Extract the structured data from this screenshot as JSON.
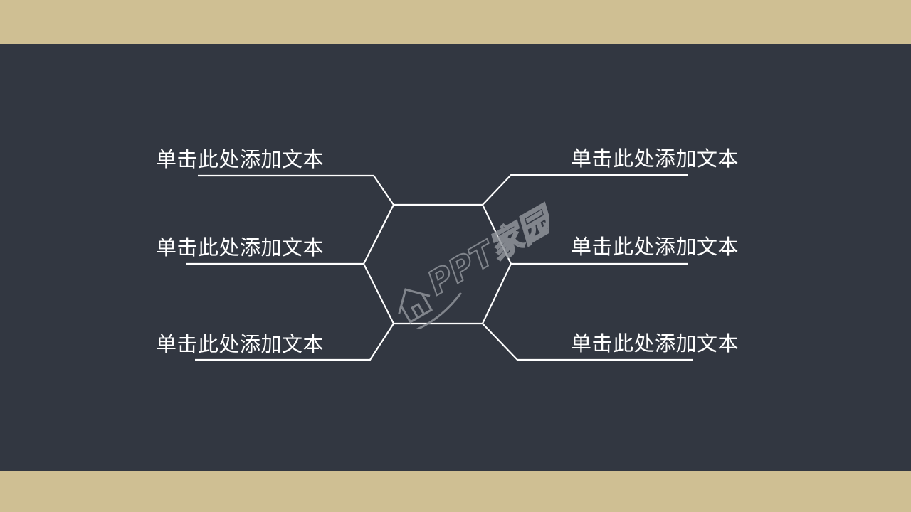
{
  "slide": {
    "colors": {
      "background_band": "#cfbf93",
      "panel": "#323741",
      "line": "#ffffff",
      "text": "#ffffff",
      "watermark": "#8f939a"
    },
    "labels": {
      "left_top": "单击此处添加文本",
      "left_middle": "单击此处添加文本",
      "left_bottom": "单击此处添加文本",
      "right_top": "单击此处添加文本",
      "right_middle": "单击此处添加文本",
      "right_bottom": "单击此处添加文本"
    },
    "watermark": {
      "text": "PPT家园",
      "icon": "house-logo-icon"
    }
  }
}
